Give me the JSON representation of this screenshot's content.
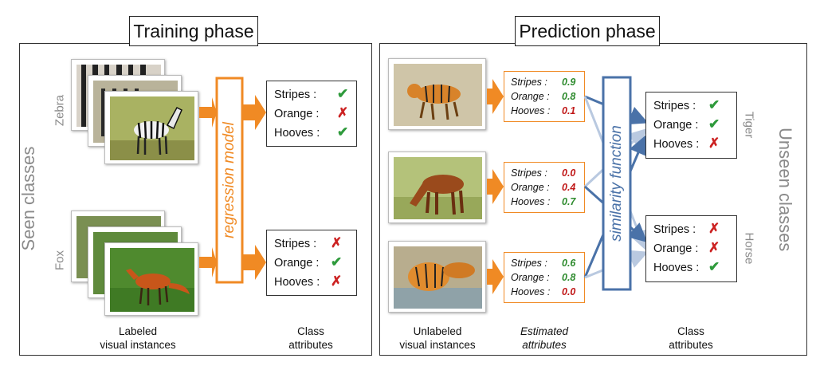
{
  "training": {
    "title": "Training phase",
    "seen_label": "Seen classes",
    "regression_label": "regression model",
    "zebra_label": "Zebra",
    "fox_label": "Fox",
    "caption_left": [
      "Labeled",
      "visual instances"
    ],
    "caption_right": [
      "Class",
      "attributes"
    ],
    "zebra_attrs": [
      {
        "name": "Stripes :",
        "mark": "✔",
        "ok": true
      },
      {
        "name": "Orange :",
        "mark": "✗",
        "ok": false
      },
      {
        "name": "Hooves :",
        "mark": "✔",
        "ok": true
      }
    ],
    "fox_attrs": [
      {
        "name": "Stripes :",
        "mark": "✗",
        "ok": false
      },
      {
        "name": "Orange :",
        "mark": "✔",
        "ok": true
      },
      {
        "name": "Hooves :",
        "mark": "✗",
        "ok": false
      }
    ]
  },
  "prediction": {
    "title": "Prediction phase",
    "unseen_label": "Unseen classes",
    "similarity_label": "similarity function",
    "tiger_label": "Tiger",
    "horse_label": "Horse",
    "caption_left": [
      "Unlabeled",
      "visual instances"
    ],
    "caption_mid": [
      "Estimated",
      "attributes"
    ],
    "caption_right": [
      "Class",
      "attributes"
    ],
    "estimates": [
      [
        {
          "name": "Stripes :",
          "value": "0.9"
        },
        {
          "name": "Orange :",
          "value": "0.8"
        },
        {
          "name": "Hooves :",
          "value": "0.1"
        }
      ],
      [
        {
          "name": "Stripes :",
          "value": "0.0"
        },
        {
          "name": "Orange :",
          "value": "0.4"
        },
        {
          "name": "Hooves :",
          "value": "0.7"
        }
      ],
      [
        {
          "name": "Stripes :",
          "value": "0.6"
        },
        {
          "name": "Orange :",
          "value": "0.8"
        },
        {
          "name": "Hooves :",
          "value": "0.0"
        }
      ]
    ],
    "tiger_attrs": [
      {
        "name": "Stripes :",
        "mark": "✔",
        "ok": true
      },
      {
        "name": "Orange :",
        "mark": "✔",
        "ok": true
      },
      {
        "name": "Hooves :",
        "mark": "✗",
        "ok": false
      }
    ],
    "horse_attrs": [
      {
        "name": "Stripes :",
        "mark": "✗",
        "ok": false
      },
      {
        "name": "Orange :",
        "mark": "✗",
        "ok": false
      },
      {
        "name": "Hooves :",
        "mark": "✔",
        "ok": true
      }
    ]
  },
  "colors": {
    "orange": "#f08a24",
    "blue": "#4a72a8",
    "light_blue": "#b9c9e0",
    "check": "#2e9a3b",
    "cross": "#cc2222"
  }
}
